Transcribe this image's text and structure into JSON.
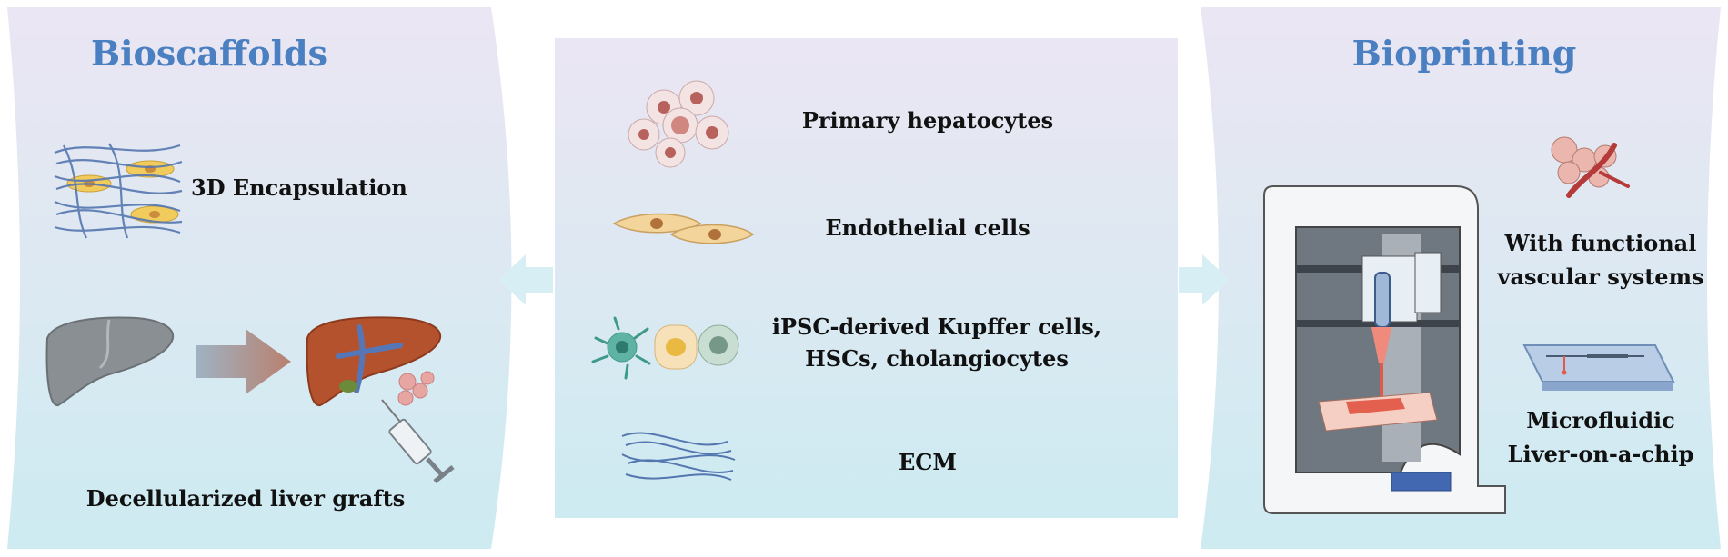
{
  "left_panel": {
    "title": "Bioscaffolds",
    "items": [
      "3D Encapsulation",
      "Decellularized liver grafts"
    ]
  },
  "center_panel": {
    "items": [
      {
        "line1": "Primary hepatocytes",
        "line2": ""
      },
      {
        "line1": "Endothelial cells",
        "line2": ""
      },
      {
        "line1": "iPSC-derived Kupffer cells,",
        "line2": "HSCs, cholangiocytes"
      },
      {
        "line1": "ECM",
        "line2": ""
      }
    ]
  },
  "right_panel": {
    "title": "Bioprinting",
    "items": [
      {
        "line1": "With functional",
        "line2": "vascular systems"
      },
      {
        "line1": "Microfluidic",
        "line2": "Liver-on-a-chip"
      }
    ]
  },
  "colors": {
    "panel_top": "#ebe6f3",
    "panel_bottom": "#cdebf1",
    "heading": "#4a7fc1",
    "arrow": "#d6eef4"
  }
}
